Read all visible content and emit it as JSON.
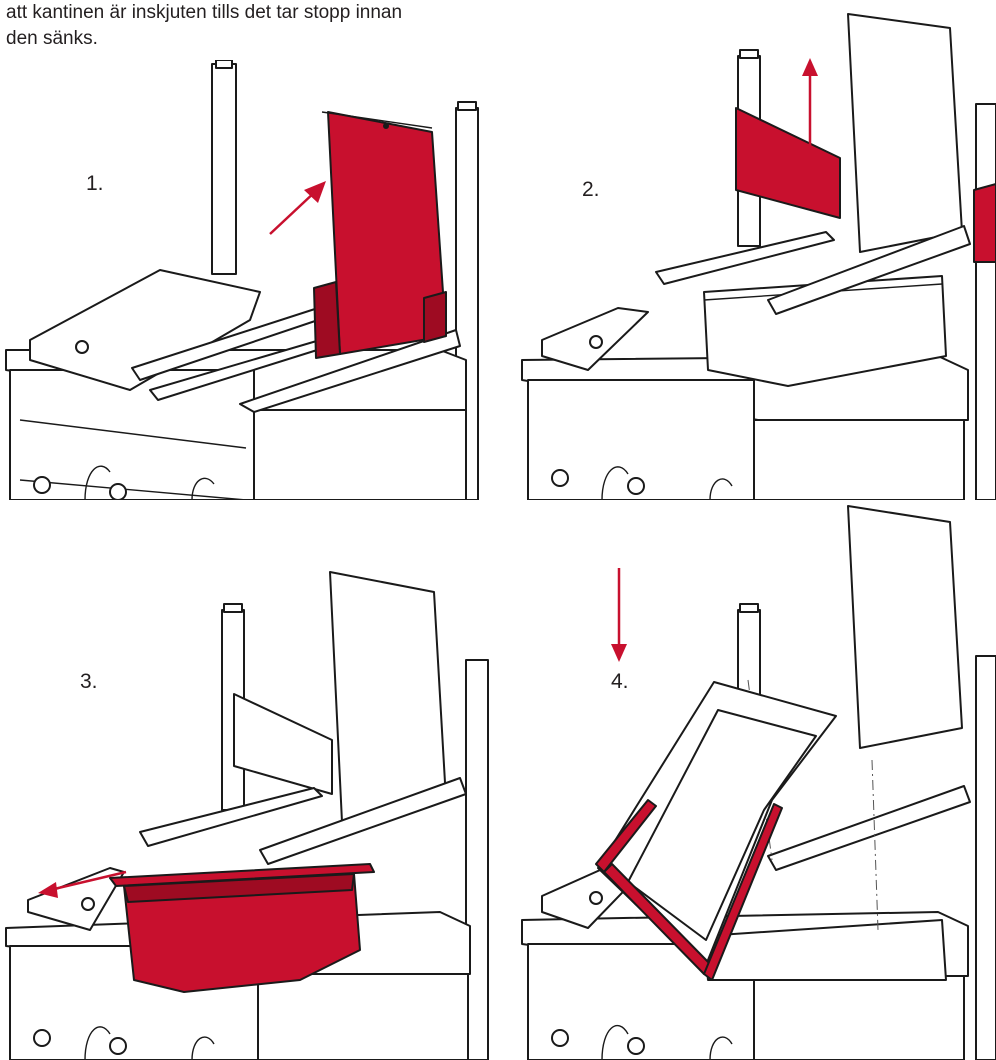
{
  "intro_text": "att kantinen är inskjuten tills det tar stopp innan den sänks.",
  "steps": [
    {
      "label": "1.",
      "highlight": "lid"
    },
    {
      "label": "2.",
      "highlight": "bracket"
    },
    {
      "label": "3.",
      "highlight": "container"
    },
    {
      "label": "4.",
      "highlight": "container-rim"
    }
  ],
  "colors": {
    "highlight": "#c8102e",
    "line": "#1a1a1a",
    "background": "#ffffff"
  }
}
